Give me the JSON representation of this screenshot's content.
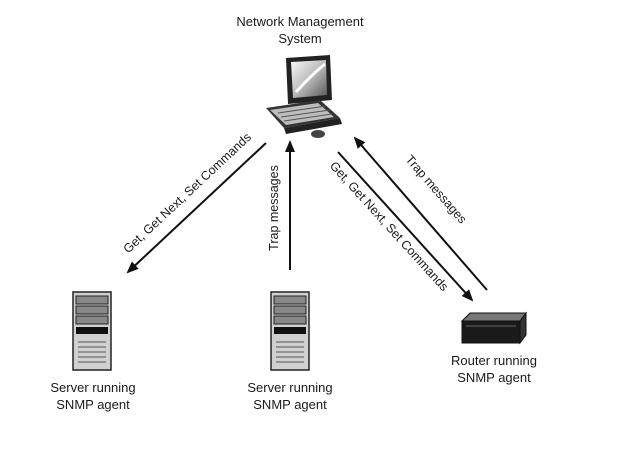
{
  "nodes": {
    "nms": {
      "line1": "Network Management",
      "line2": "System"
    },
    "server_left": {
      "line1": "Server running",
      "line2": "SNMP agent"
    },
    "server_mid": {
      "line1": "Server running",
      "line2": "SNMP agent"
    },
    "router": {
      "line1": "Router running",
      "line2": "SNMP agent"
    }
  },
  "edges": {
    "to_server_left": "Get, Get Next, Set Commands",
    "from_server_mid": "Trap messages",
    "to_router": "Get, Get Next, Set Commands",
    "from_router": "Trap messages"
  },
  "icons": [
    "computer-icon",
    "server-icon",
    "server-icon",
    "router-icon"
  ]
}
